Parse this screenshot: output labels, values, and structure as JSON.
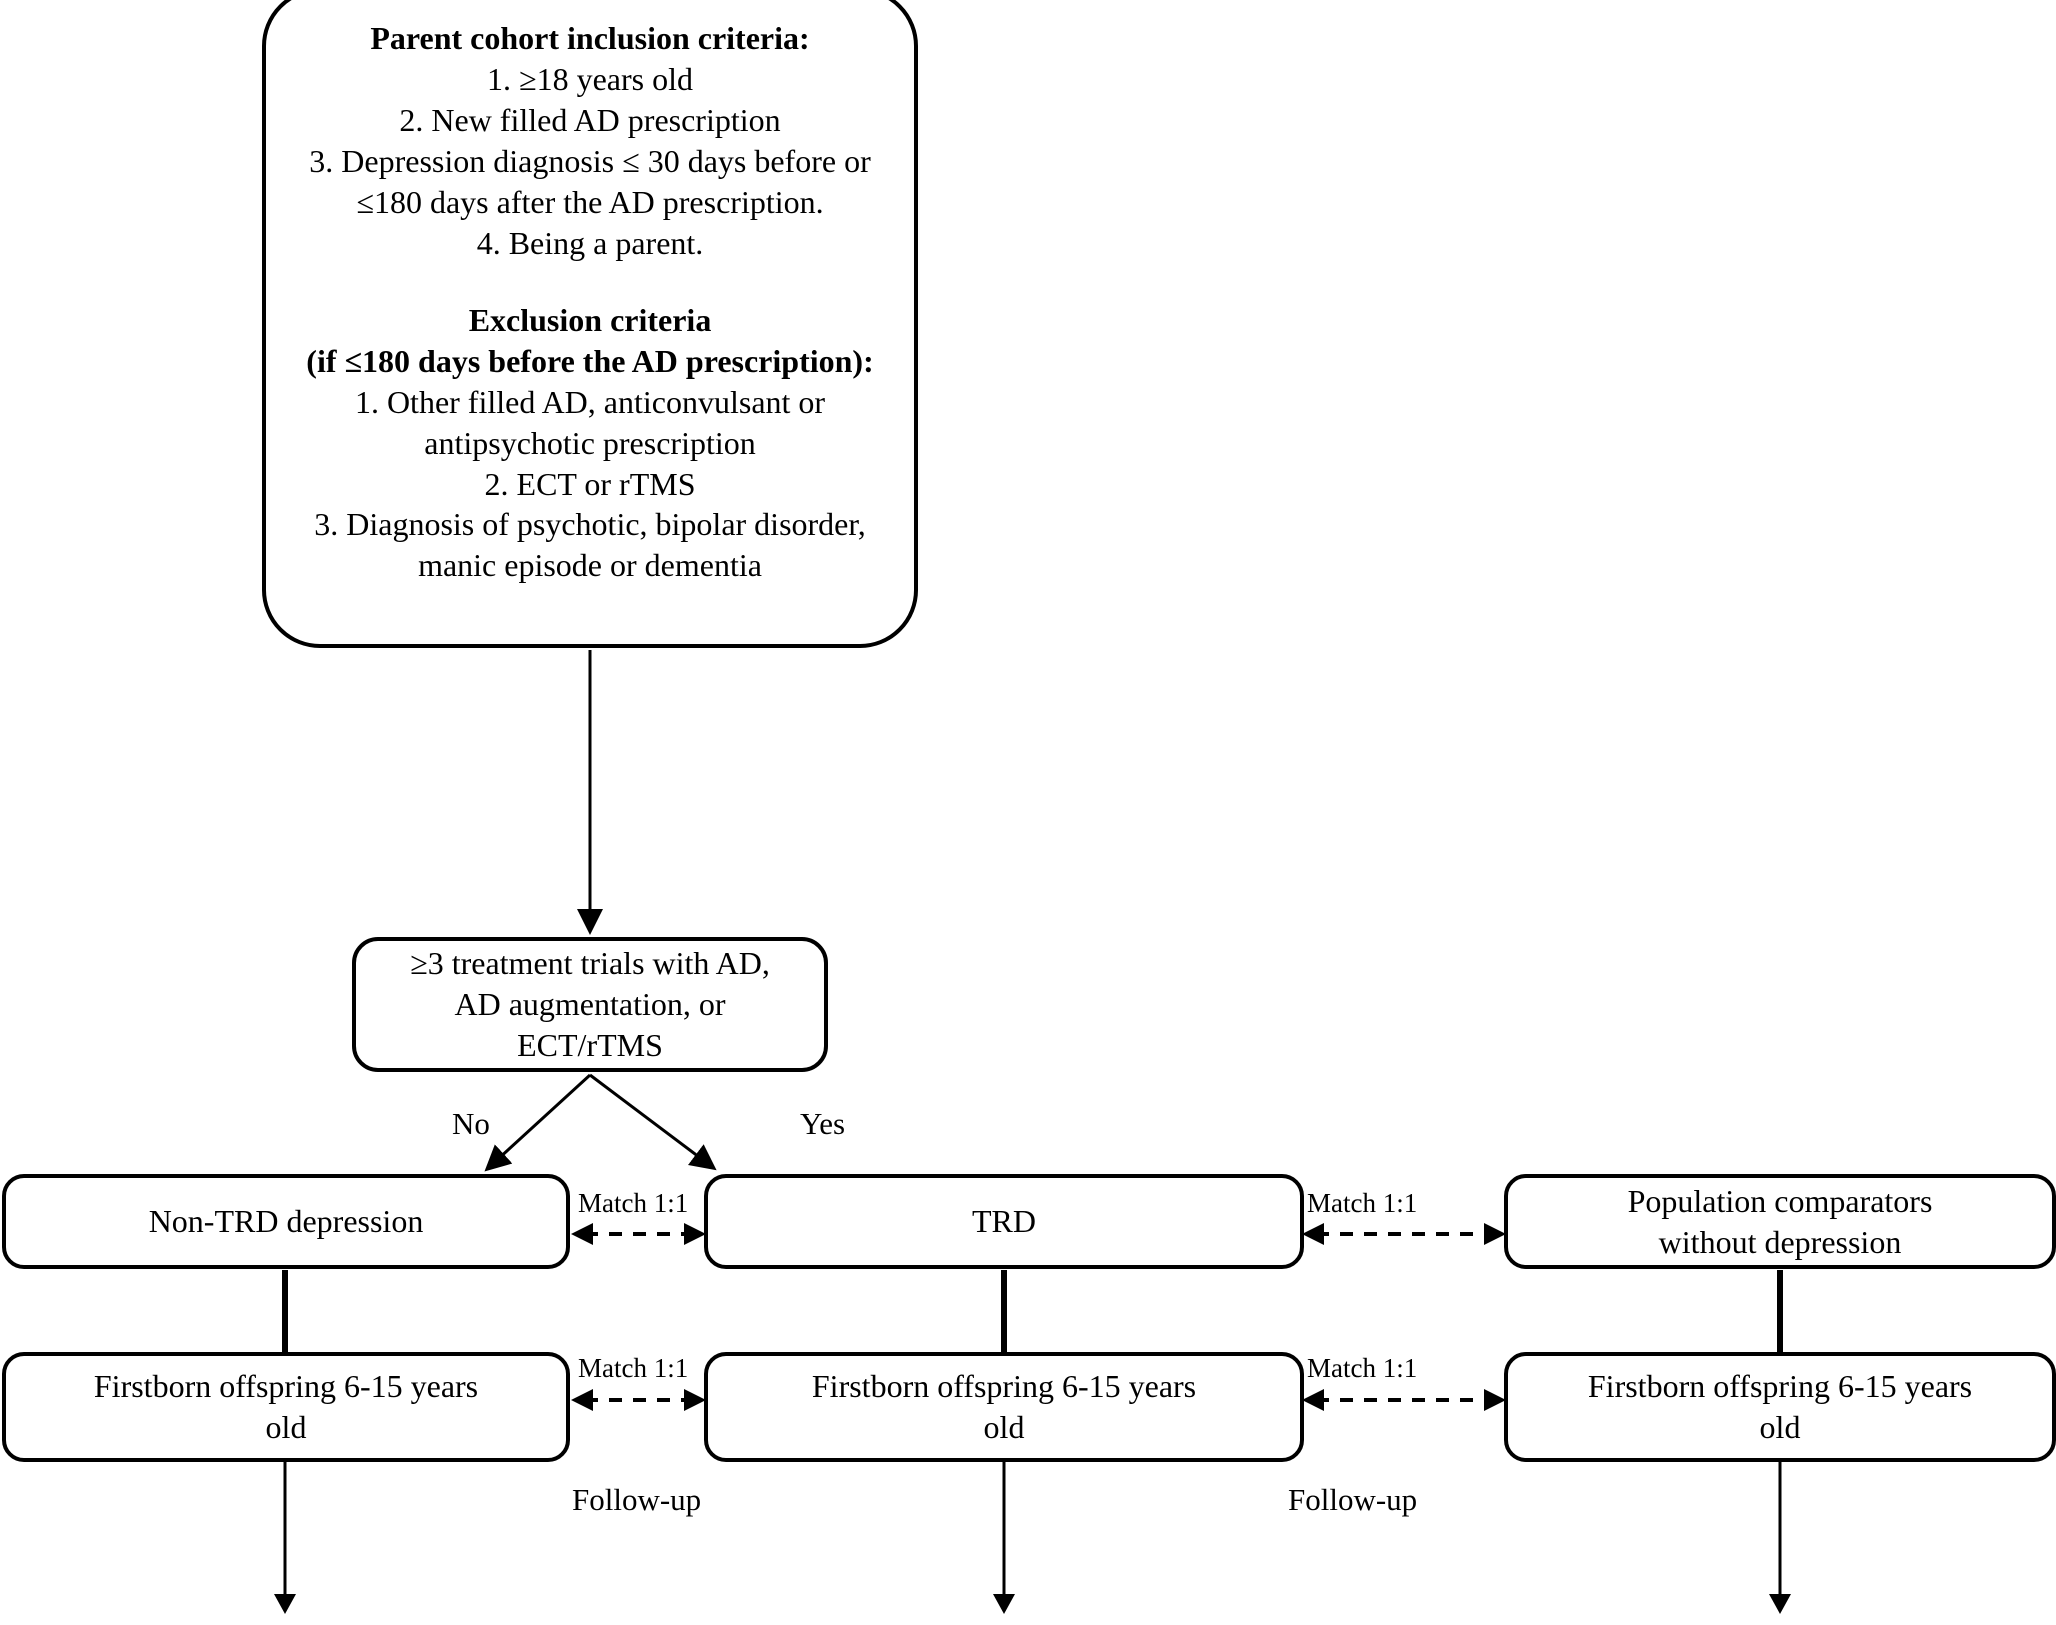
{
  "diagram": {
    "title": "TRD parent cohort study flow diagram",
    "colors": {
      "stroke": "#000000",
      "background": "#ffffff",
      "text": "#000000"
    },
    "criteria_box": {
      "inclusion_heading": "Parent cohort inclusion criteria:",
      "inclusion_items": [
        "1.  ≥18 years old",
        "2.  New filled AD prescription",
        "3.  Depression diagnosis ≤ 30 days before or ≤180 days after the AD prescription.",
        "4.  Being a parent."
      ],
      "exclusion_heading": "Exclusion criteria\n(if ≤180 days before the AD prescription):",
      "exclusion_items": [
        "1.  Other filled AD, anticonvulsant or antipsychotic prescription",
        "2.  ECT or rTMS",
        "3.  Diagnosis of psychotic, bipolar disorder, manic episode or dementia"
      ]
    },
    "decision": {
      "label": "≥3 treatment trials with AD,\nAD augmentation, or\nECT/rTMS",
      "branch_no": "No",
      "branch_yes": "Yes"
    },
    "groups": {
      "non_trd": "Non-TRD depression",
      "trd": "TRD",
      "population_comparators": "Population comparators\nwithout depression"
    },
    "offspring": {
      "left": "Firstborn offspring 6-15 years\nold",
      "middle": "Firstborn offspring 6-15 years\nold",
      "right": "Firstborn offspring 6-15 years\nold"
    },
    "connectors": {
      "match_label": "Match 1:1",
      "followup_label": "Follow-up"
    }
  }
}
